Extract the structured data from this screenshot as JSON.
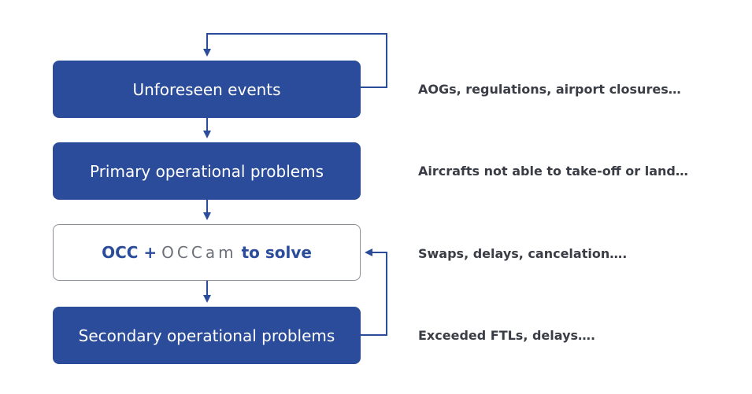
{
  "steps": {
    "unforeseen": "Unforeseen events",
    "primary": "Primary operational problems",
    "solve": {
      "lead": "OCC +",
      "brand": "OCCam",
      "tail": "to solve"
    },
    "secondary": "Secondary operational problems"
  },
  "notes": {
    "unforeseen": "AOGs, regulations, airport closures…",
    "primary": "Aircrafts not able to take-off or land…",
    "solve": "Swaps, delays, cancelation….",
    "secondary": "Exceeded FTLs, delays…."
  },
  "colors": {
    "box_fill": "#2b4c9b",
    "arrow": "#2b4c9b",
    "note_text": "#3a3d45",
    "brand_grey": "#6c7079"
  }
}
